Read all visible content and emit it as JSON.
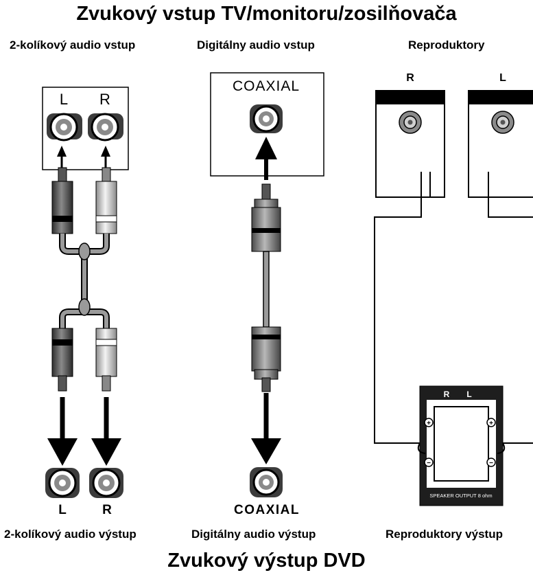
{
  "titles": {
    "top": "Zvukový vstup TV/monitoru/zosilňovača",
    "bottom": "Zvukový výstup DVD"
  },
  "columns": {
    "analog": {
      "header": "2-kolíkový audio vstup",
      "footer": "2-kolíkový audio výstup",
      "input_left": "L",
      "input_right": "R",
      "output_left": "L",
      "output_right": "R"
    },
    "digital": {
      "header": "Digitálny audio vstup",
      "footer": "Digitálny audio výstup",
      "input_label": "COAXIAL",
      "output_label": "COAXIAL"
    },
    "speakers": {
      "header": "Reproduktory",
      "footer": "Reproduktory výstup",
      "speaker_right": "R",
      "speaker_left": "L",
      "terminal_r": "R",
      "terminal_l": "L",
      "terminal_caption": "SPEAKER OUTPUT 8 ohm"
    }
  },
  "colors": {
    "plug_dark": "#404040",
    "plug_light": "#e0e0e0",
    "cable": "#9a9a9a",
    "line": "#000000"
  }
}
